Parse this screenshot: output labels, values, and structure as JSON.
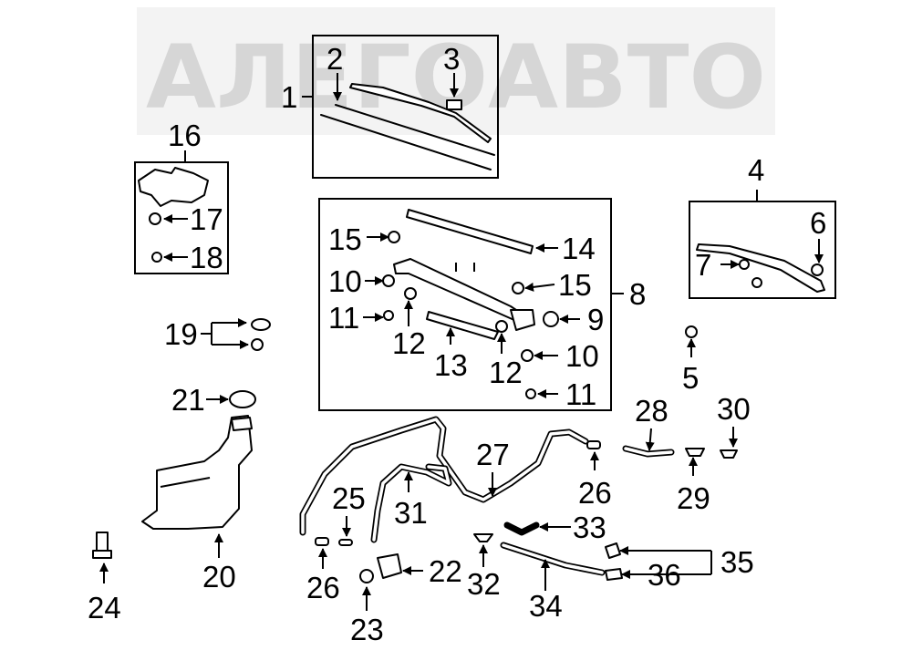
{
  "watermark": "АЛЕГОАВТО",
  "labels": {
    "n1": "1",
    "n2": "2",
    "n3": "3",
    "n4": "4",
    "n5": "5",
    "n6": "6",
    "n7": "7",
    "n8": "8",
    "n9": "9",
    "n10a": "10",
    "n10b": "10",
    "n11a": "11",
    "n11b": "11",
    "n12a": "12",
    "n12b": "12",
    "n13": "13",
    "n14": "14",
    "n15a": "15",
    "n15b": "15",
    "n16": "16",
    "n17": "17",
    "n18": "18",
    "n19": "19",
    "n20": "20",
    "n21": "21",
    "n22": "22",
    "n23": "23",
    "n24": "24",
    "n25": "25",
    "n26a": "26",
    "n26b": "26",
    "n27": "27",
    "n28": "28",
    "n29": "29",
    "n30": "30",
    "n31": "31",
    "n32": "32",
    "n33": "33",
    "n34": "34",
    "n35": "35",
    "n36": "36"
  }
}
